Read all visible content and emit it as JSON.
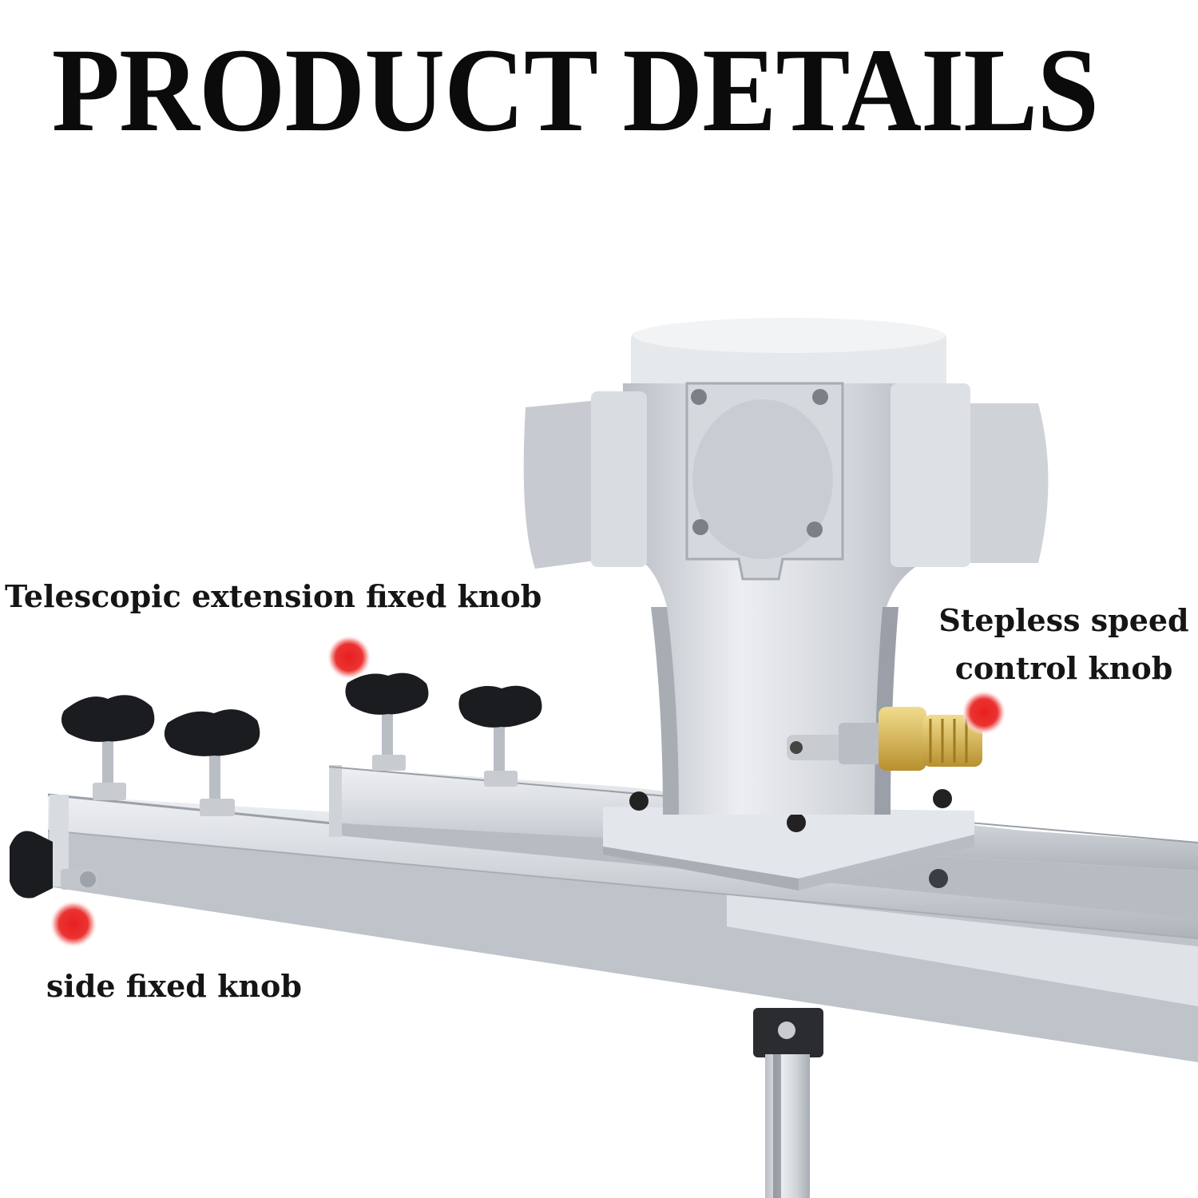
{
  "header": {
    "title": "PRODUCT DETAILS"
  },
  "callouts": [
    {
      "label": "Telescopic extension fixed knob"
    },
    {
      "label_line1": "Stepless speed",
      "label_line2": "control knob"
    },
    {
      "label": "side fixed knob"
    }
  ],
  "colors": {
    "marker": "#e8201f",
    "marker_glow": "#f6b2b0",
    "metal": "#c9cdd3",
    "metal_light": "#e4e7eb",
    "metal_dark": "#9ea3aa",
    "knob": "#1a1c1f",
    "brass": "#d8b34a"
  }
}
